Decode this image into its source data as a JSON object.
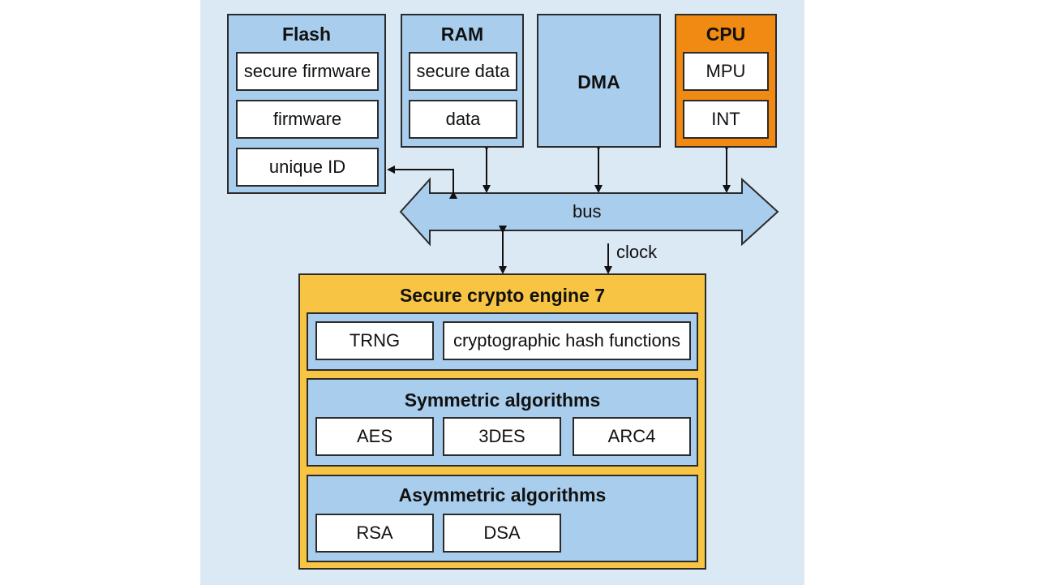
{
  "flash": {
    "title": "Flash",
    "items": [
      "secure firmware",
      "firmware",
      "unique ID"
    ]
  },
  "ram": {
    "title": "RAM",
    "items": [
      "secure data",
      "data"
    ]
  },
  "dma": {
    "title": "DMA"
  },
  "cpu": {
    "title": "CPU",
    "items": [
      "MPU",
      "INT"
    ]
  },
  "bus": {
    "label": "bus"
  },
  "clock": {
    "label": "clock"
  },
  "engine": {
    "title": "Secure crypto engine 7",
    "top_items": [
      "TRNG",
      "cryptographic hash functions"
    ],
    "symmetric": {
      "title": "Symmetric algorithms",
      "items": [
        "AES",
        "3DES",
        "ARC4"
      ]
    },
    "asymmetric": {
      "title": "Asymmetric algorithms",
      "items": [
        "RSA",
        "DSA"
      ]
    }
  },
  "colors": {
    "background": "#dbe9f5",
    "block": "#a9cdec",
    "cpu": "#f08a12",
    "crypto_engine": "#f7c443",
    "bus": "#a9cdec"
  }
}
